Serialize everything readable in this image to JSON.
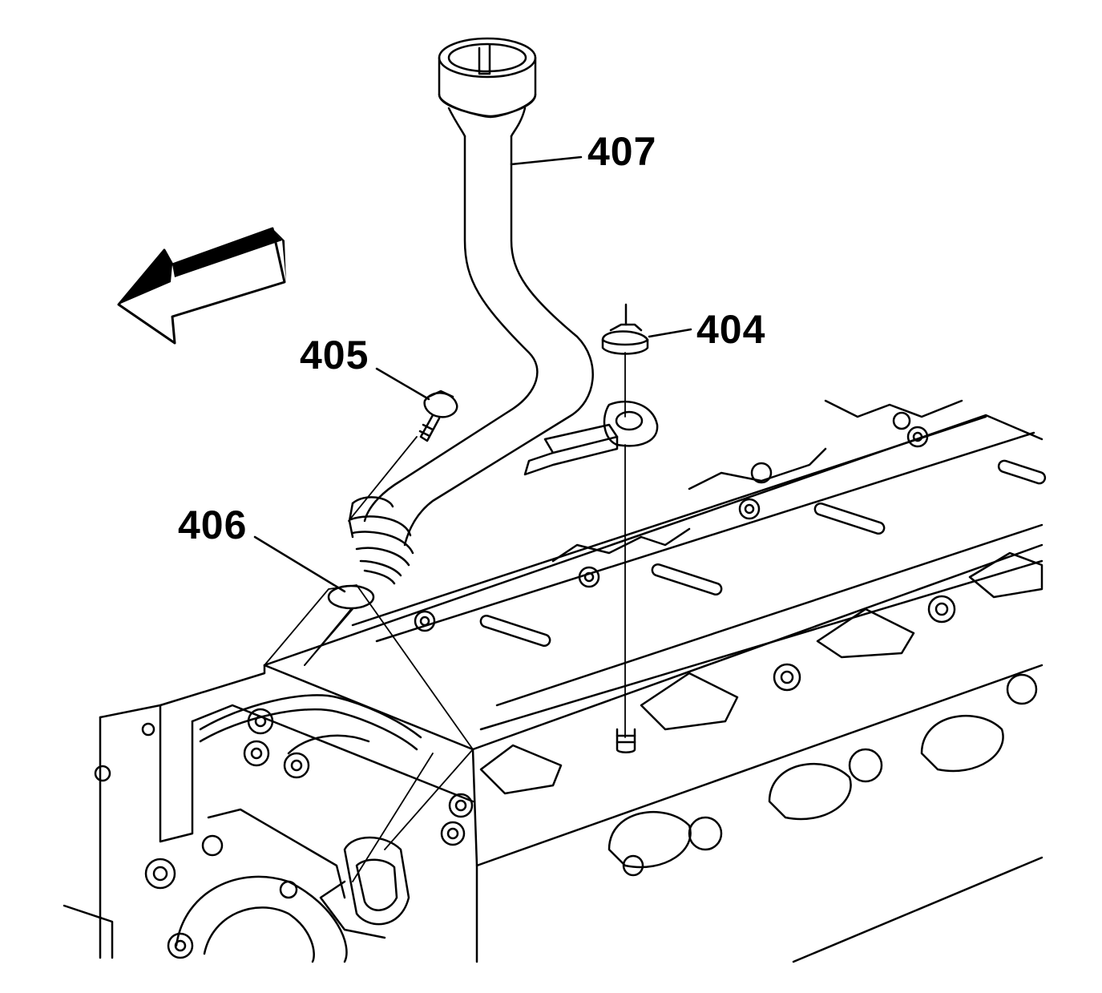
{
  "callouts": {
    "tube": "407",
    "nut": "404",
    "bolt": "405",
    "seal": "406"
  },
  "colors": {
    "ink": "#000000",
    "paper": "#ffffff"
  }
}
